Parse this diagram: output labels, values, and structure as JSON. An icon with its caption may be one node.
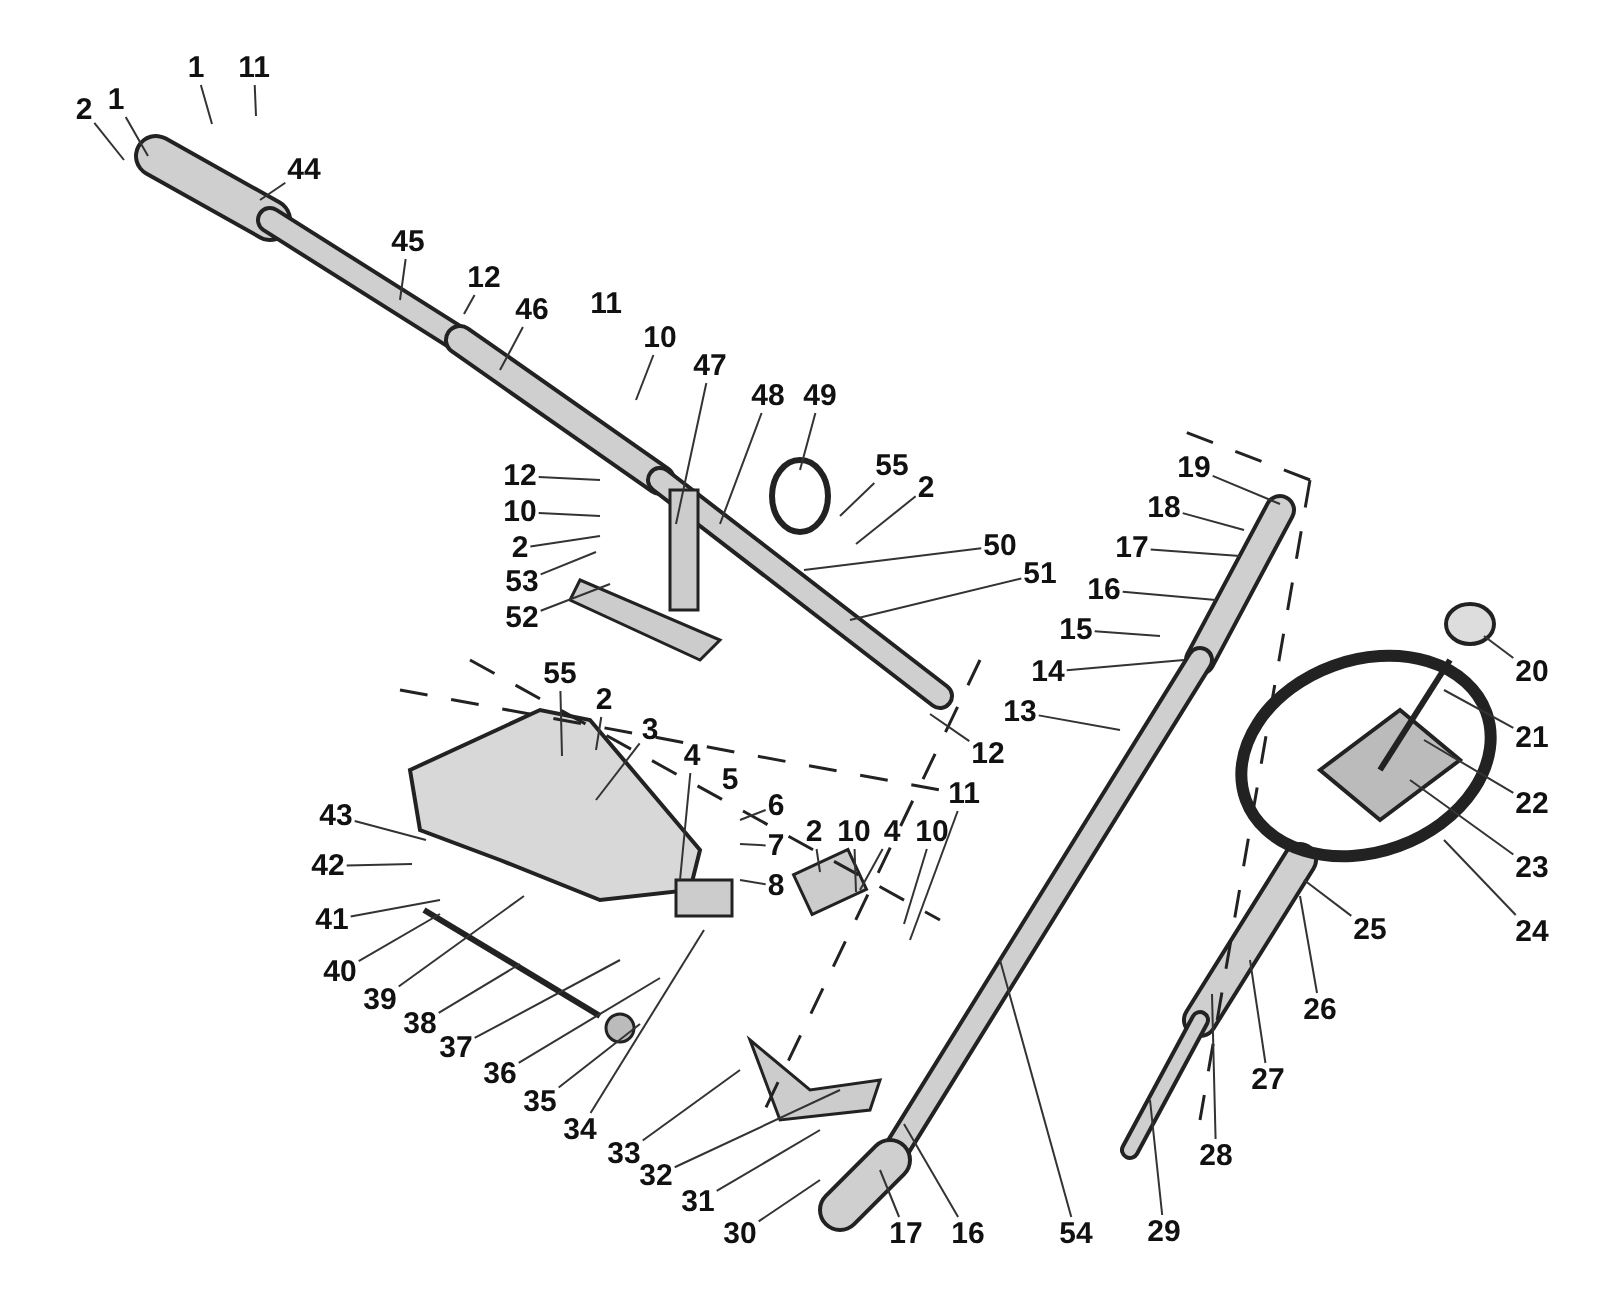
{
  "diagram": {
    "nodes": [
      {
        "text": [
          "2"
        ]
      },
      {
        "text": [
          "1"
        ]
      },
      {
        "text": [
          "1"
        ]
      },
      {
        "text": [
          "11"
        ]
      },
      {
        "text": [
          "44"
        ]
      },
      {
        "text": [
          "45"
        ]
      },
      {
        "text": [
          "12"
        ]
      },
      {
        "text": [
          "46"
        ]
      },
      {
        "text": [
          "10"
        ]
      },
      {
        "text": [
          "47"
        ]
      },
      {
        "text": [
          "48"
        ]
      },
      {
        "text": [
          "49"
        ]
      },
      {
        "text": [
          "55"
        ]
      },
      {
        "text": [
          "2"
        ]
      },
      {
        "text": [
          "12"
        ]
      },
      {
        "text": [
          "10"
        ]
      },
      {
        "text": [
          "2"
        ]
      },
      {
        "text": [
          "53"
        ]
      },
      {
        "text": [
          "52"
        ]
      },
      {
        "text": [
          "19"
        ]
      },
      {
        "text": [
          "18"
        ]
      },
      {
        "text": [
          "17"
        ]
      },
      {
        "text": [
          "50"
        ]
      },
      {
        "text": [
          "51"
        ]
      },
      {
        "text": [
          "16"
        ]
      },
      {
        "text": [
          "15"
        ]
      },
      {
        "text": [
          "20"
        ]
      },
      {
        "text": [
          "14"
        ]
      },
      {
        "text": [
          "13"
        ]
      },
      {
        "text": [
          "55"
        ]
      },
      {
        "text": [
          "2"
        ]
      },
      {
        "text": [
          "3"
        ]
      },
      {
        "text": [
          "21"
        ]
      },
      {
        "text": [
          "12"
        ]
      },
      {
        "text": [
          "4"
        ]
      },
      {
        "text": [
          "6"
        ]
      },
      {
        "text": [
          "22"
        ]
      },
      {
        "text": [
          "43"
        ]
      },
      {
        "text": [
          "2"
        ]
      },
      {
        "text": [
          "10"
        ]
      },
      {
        "text": [
          "4"
        ]
      },
      {
        "text": [
          "10"
        ]
      },
      {
        "text": [
          "11"
        ]
      },
      {
        "text": [
          "7"
        ]
      },
      {
        "text": [
          "42"
        ]
      },
      {
        "text": [
          "23"
        ]
      },
      {
        "text": [
          "8"
        ]
      },
      {
        "text": [
          "41"
        ]
      },
      {
        "text": [
          "25"
        ]
      },
      {
        "text": [
          "24"
        ]
      },
      {
        "text": [
          "40"
        ]
      },
      {
        "text": [
          "39"
        ]
      },
      {
        "text": [
          "26"
        ]
      },
      {
        "text": [
          "38"
        ]
      },
      {
        "text": [
          "37"
        ]
      },
      {
        "text": [
          "36"
        ]
      },
      {
        "text": [
          "27"
        ]
      },
      {
        "text": [
          "35"
        ]
      },
      {
        "text": [
          "34"
        ]
      },
      {
        "text": [
          "33"
        ]
      },
      {
        "text": [
          "28"
        ]
      },
      {
        "text": [
          "32"
        ]
      },
      {
        "text": [
          "31"
        ]
      },
      {
        "text": [
          "30"
        ]
      },
      {
        "text": [
          "17"
        ]
      },
      {
        "text": [
          "16"
        ]
      },
      {
        "text": [
          "54"
        ]
      },
      {
        "text": [
          "29"
        ]
      }
    ],
    "edges": [
      {
        "from": 0,
        "to": null,
        "arrow": "none"
      },
      {
        "from": 1,
        "to": null,
        "arrow": "none"
      },
      {
        "from": 2,
        "to": null,
        "arrow": "none"
      },
      {
        "from": 3,
        "to": null,
        "arrow": "none"
      },
      {
        "from": 4,
        "to": null,
        "arrow": "none"
      },
      {
        "from": 5,
        "to": null,
        "arrow": "none"
      },
      {
        "from": 6,
        "to": null,
        "arrow": "none"
      },
      {
        "from": 7,
        "to": null,
        "arrow": "none"
      },
      {
        "from": 8,
        "to": null,
        "arrow": "none"
      },
      {
        "from": 9,
        "to": null,
        "arrow": "none"
      },
      {
        "from": 10,
        "to": null,
        "arrow": "none"
      },
      {
        "from": 11,
        "to": null,
        "arrow": "none"
      },
      {
        "from": 12,
        "to": null,
        "arrow": "none"
      },
      {
        "from": 13,
        "to": null,
        "arrow": "none"
      },
      {
        "from": 14,
        "to": null,
        "arrow": "none"
      },
      {
        "from": 15,
        "to": null,
        "arrow": "none"
      },
      {
        "from": 16,
        "to": null,
        "arrow": "none"
      },
      {
        "from": 17,
        "to": null,
        "arrow": "none"
      },
      {
        "from": 18,
        "to": null,
        "arrow": "none"
      },
      {
        "from": 19,
        "to": null,
        "arrow": "none"
      },
      {
        "from": 20,
        "to": null,
        "arrow": "none"
      },
      {
        "from": 21,
        "to": null,
        "arrow": "none"
      },
      {
        "from": 22,
        "to": null,
        "arrow": "none"
      },
      {
        "from": 23,
        "to": null,
        "arrow": "none"
      },
      {
        "from": 24,
        "to": null,
        "arrow": "none"
      },
      {
        "from": 25,
        "to": null,
        "arrow": "none"
      },
      {
        "from": 26,
        "to": null,
        "arrow": "none"
      },
      {
        "from": 27,
        "to": null,
        "arrow": "none"
      },
      {
        "from": 28,
        "to": null,
        "arrow": "none"
      },
      {
        "from": 29,
        "to": null,
        "arrow": "none"
      },
      {
        "from": 30,
        "to": null,
        "arrow": "none"
      },
      {
        "from": 31,
        "to": null,
        "arrow": "none"
      },
      {
        "from": 32,
        "to": null,
        "arrow": "none"
      },
      {
        "from": 33,
        "to": null,
        "arrow": "none"
      },
      {
        "from": 34,
        "to": null,
        "arrow": "none"
      },
      {
        "from": 35,
        "to": null,
        "arrow": "none"
      },
      {
        "from": 36,
        "to": null,
        "arrow": "none"
      },
      {
        "from": 37,
        "to": null,
        "arrow": "none"
      },
      {
        "from": 38,
        "to": null,
        "arrow": "none"
      },
      {
        "from": 39,
        "to": null,
        "arrow": "none"
      },
      {
        "from": 40,
        "to": null,
        "arrow": "none"
      },
      {
        "from": 41,
        "to": null,
        "arrow": "none"
      },
      {
        "from": 42,
        "to": null,
        "arrow": "none"
      },
      {
        "from": 43,
        "to": null,
        "arrow": "none"
      },
      {
        "from": 44,
        "to": null,
        "arrow": "none"
      },
      {
        "from": 45,
        "to": null,
        "arrow": "none"
      },
      {
        "from": 46,
        "to": null,
        "arrow": "none"
      },
      {
        "from": 47,
        "to": null,
        "arrow": "none"
      },
      {
        "from": 48,
        "to": null,
        "arrow": "none"
      },
      {
        "from": 49,
        "to": null,
        "arrow": "none"
      },
      {
        "from": 50,
        "to": null,
        "arrow": "none"
      },
      {
        "from": 51,
        "to": null,
        "arrow": "none"
      },
      {
        "from": 52,
        "to": null,
        "arrow": "none"
      },
      {
        "from": 53,
        "to": null,
        "arrow": "none"
      },
      {
        "from": 54,
        "to": null,
        "arrow": "none"
      },
      {
        "from": 55,
        "to": null,
        "arrow": "none"
      },
      {
        "from": 56,
        "to": null,
        "arrow": "none"
      },
      {
        "from": 57,
        "to": null,
        "arrow": "none"
      },
      {
        "from": 58,
        "to": null,
        "arrow": "none"
      },
      {
        "from": 59,
        "to": null,
        "arrow": "none"
      },
      {
        "from": 60,
        "to": null,
        "arrow": "none"
      },
      {
        "from": 61,
        "to": null,
        "arrow": "none"
      },
      {
        "from": 62,
        "to": null,
        "arrow": "none"
      },
      {
        "from": 63,
        "to": null,
        "arrow": "none"
      },
      {
        "from": 64,
        "to": null,
        "arrow": "none"
      },
      {
        "from": 65,
        "to": null,
        "arrow": "none"
      },
      {
        "from": 66,
        "to": null,
        "arrow": "none"
      },
      {
        "from": 67,
        "to": null,
        "arrow": "none"
      }
    ],
    "labels": [
      "11",
      "5"
    ]
  }
}
